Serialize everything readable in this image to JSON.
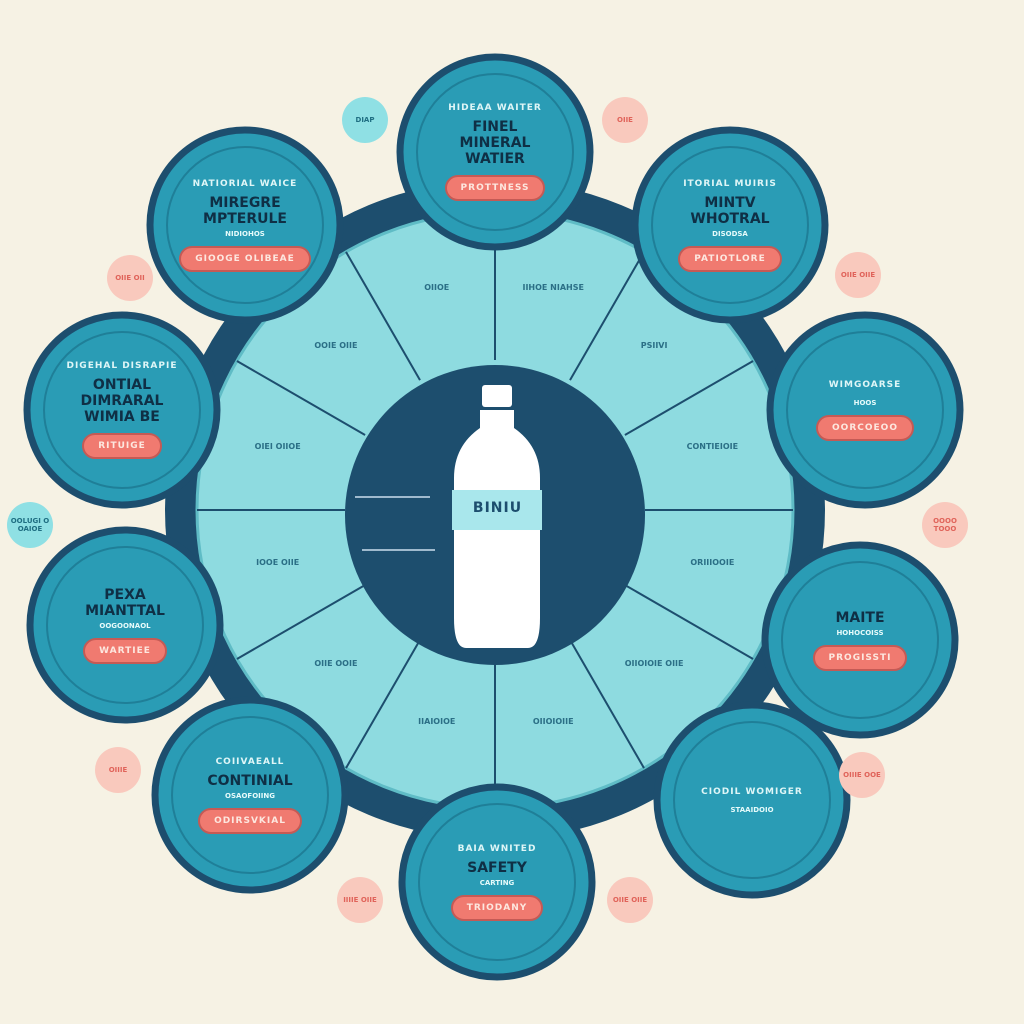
{
  "colors": {
    "background": "#f6f2e4",
    "navy": "#1d4e6e",
    "teal": "#2a9cb5",
    "light_cyan": "#8edbe0",
    "coral": "#f07a70"
  },
  "center": {
    "bottle_label": "BINIU",
    "icon": "water-bottle-icon"
  },
  "nodes": [
    {
      "arc": "HIDEAA WAITER",
      "title": "FINEL MINERAL WATIER",
      "sub": "",
      "band": "PROTTNESS"
    },
    {
      "arc": "ITORIAL MUIRIS",
      "title": "MINTV WHOTRAL",
      "sub": "DISODSA",
      "band": "PATIOTLORE"
    },
    {
      "arc": "WIMGOARSE",
      "title": "",
      "sub": "HOOS",
      "band": "OORCOEOO"
    },
    {
      "arc": "",
      "title": "MAITE",
      "sub": "HOHOCOISS",
      "band": "PROGISSTI"
    },
    {
      "arc": "CIODIL WOMIGER",
      "title": "",
      "sub": "STAAIDOIO",
      "band": ""
    },
    {
      "arc": "BAIA WNITED",
      "title": "SAFETY",
      "sub": "CARTING",
      "band": "TRIODANY"
    },
    {
      "arc": "COIIVAEALL",
      "title": "CONTINIAL",
      "sub": "OSAOFOIING",
      "band": "ODIRSVKIAL"
    },
    {
      "arc": "",
      "title": "PEXA MIANTTAL",
      "sub": "OOGOONAOL",
      "band": "WARTIEE"
    },
    {
      "arc": "DIGEHAL DISRAPIE",
      "title": "ONTIAL DIMRARAL WIMIA BE",
      "sub": "",
      "band": "RITUIGE"
    },
    {
      "arc": "NATIORIAL WAICE",
      "title": "MIREGRE MPTERULE",
      "sub": "NIDIOHOS",
      "band": "GIOOGE OLIBEAE"
    }
  ],
  "badges": [
    "DIAP",
    "OIIE",
    "OIIE OII",
    "OIIE OIIE",
    "OOLUGI O OAIOE",
    "OOOO TOOO",
    "OIIIE",
    "OIIIE OOE",
    "IIIIE OIIE",
    "OIIE OIIE"
  ],
  "segments": [
    "IIHOE NIAHSE",
    "PSIIVI",
    "CONTIEIOIE",
    "ORIIIOOIE",
    "OIIOIOIE OIIE",
    "OIIOIOIIE",
    "IIAIOIOE",
    "OIIE OOIE",
    "IOOE OIIE",
    "OIEI OIIOE",
    "OOIE OIIE",
    "OIIOE"
  ]
}
